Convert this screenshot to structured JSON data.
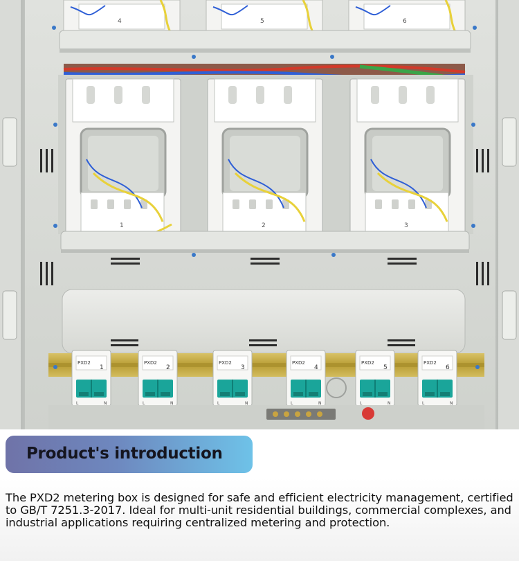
{
  "photo": {
    "top_module_numbers": [
      "4",
      "5",
      "6"
    ],
    "meter_socket_numbers": [
      "1",
      "2",
      "3"
    ],
    "breakers": [
      {
        "brand": "PXD2",
        "number": "1",
        "pole_labels": [
          "L",
          "N"
        ]
      },
      {
        "brand": "PXD2",
        "number": "2",
        "pole_labels": [
          "L",
          "N"
        ]
      },
      {
        "brand": "PXD2",
        "number": "3",
        "pole_labels": [
          "L",
          "N"
        ]
      },
      {
        "brand": "PXD2",
        "number": "4",
        "pole_labels": [
          "L",
          "N"
        ]
      },
      {
        "brand": "PXD2",
        "number": "5",
        "pole_labels": [
          "L",
          "N"
        ]
      },
      {
        "brand": "PXD2",
        "number": "6",
        "pole_labels": [
          "L",
          "N"
        ]
      }
    ],
    "colors": {
      "enclosure": "#c7cac6",
      "panel": "#d8dad5",
      "socket": "#f4f4f2",
      "breaker_body": "#f7f7f5",
      "breaker_switch": "#1aa59a",
      "din_rail": "#c9b04a",
      "wire_blue": "#2f5fd6",
      "wire_yellow": "#e8d13a",
      "wire_red": "#d23a2a",
      "wire_green": "#3aa548"
    }
  },
  "banner": {
    "title": "Product's introduction",
    "gradient_start": "#6f73a8",
    "gradient_end": "#6ec2e8"
  },
  "description": "The PXD2 metering box is designed for safe and efficient electricity management, certified to GB/T 7251.3-2017. Ideal for multi-unit residential buildings, commercial complexes, and industrial applications requiring centralized metering and protection."
}
